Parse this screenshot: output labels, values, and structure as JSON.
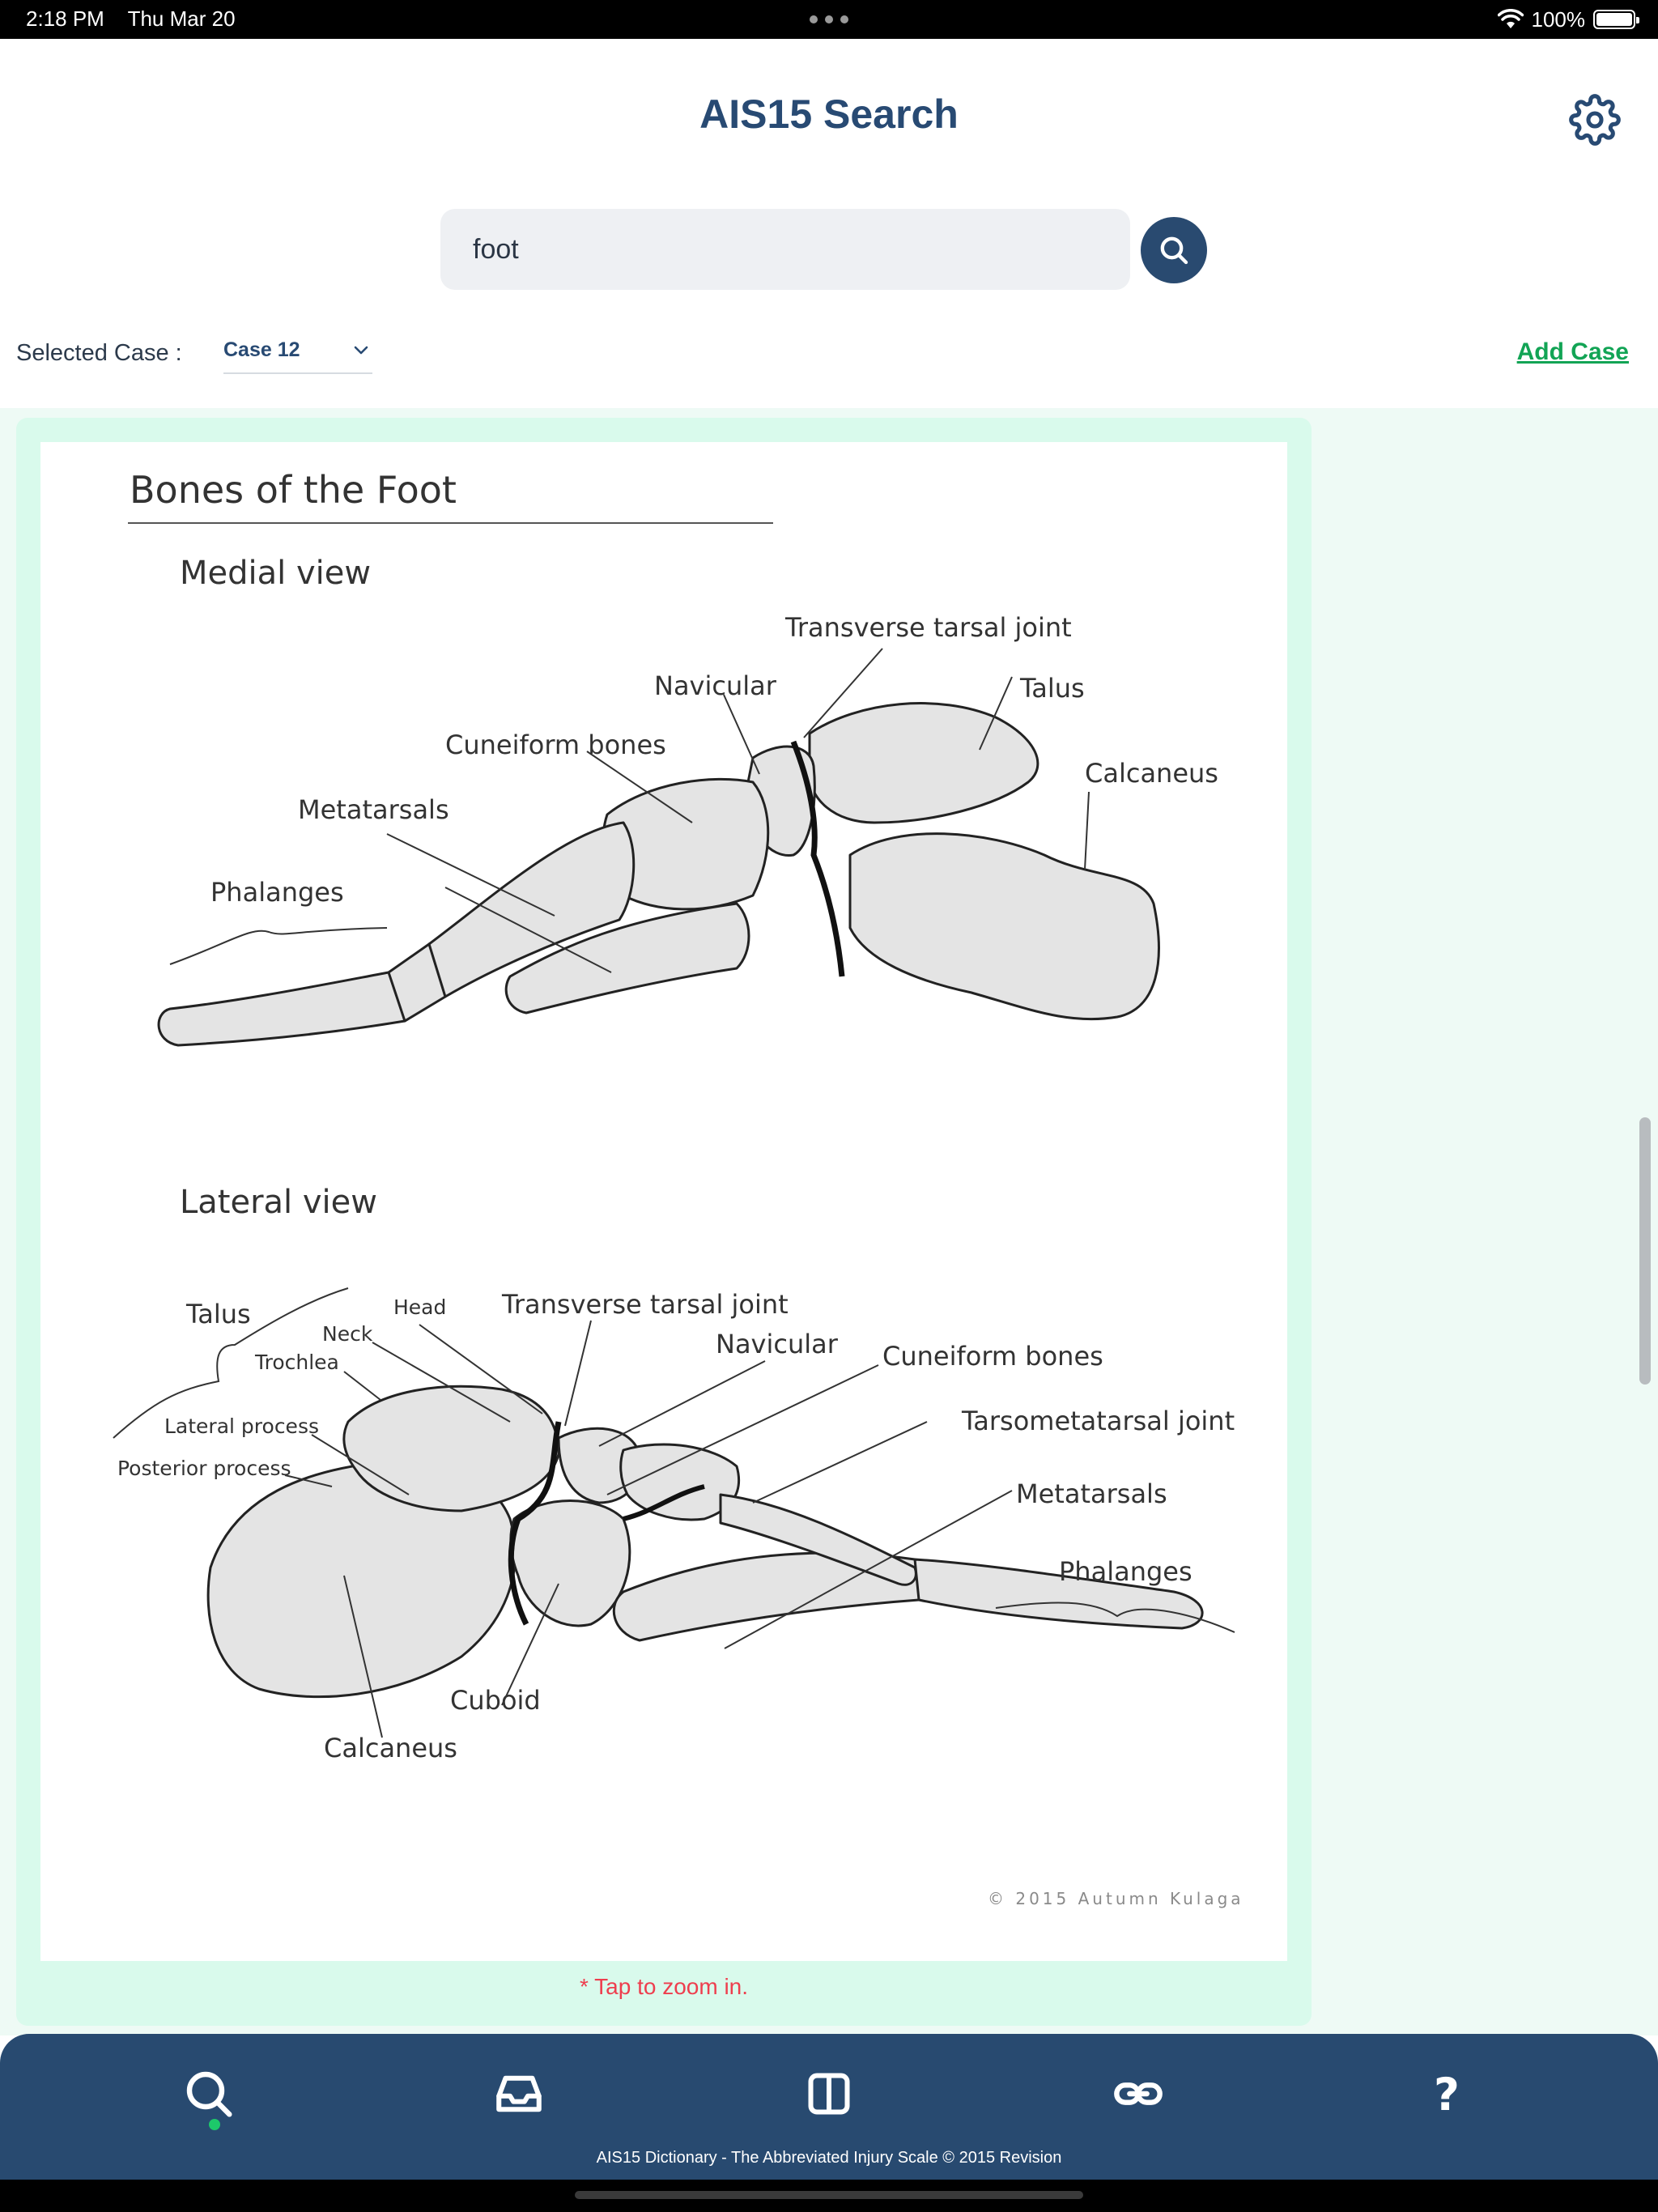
{
  "status_bar": {
    "time": "2:18 PM",
    "date": "Thu Mar 20",
    "battery": "100%",
    "battery_level": 1.0
  },
  "header": {
    "title": "AIS15 Search",
    "settings_icon": "gear-icon"
  },
  "search": {
    "value": "foot",
    "button_icon": "search-icon"
  },
  "case": {
    "label": "Selected Case :",
    "selected": "Case 12",
    "add_label": "Add Case"
  },
  "illustration": {
    "title": "Bones of the Foot",
    "medial": {
      "heading": "Medial view",
      "labels": {
        "transverse_tarsal_joint": "Transverse tarsal joint",
        "navicular": "Navicular",
        "talus": "Talus",
        "cuneiform_bones": "Cuneiform bones",
        "calcaneus": "Calcaneus",
        "metatarsals": "Metatarsals",
        "phalanges": "Phalanges"
      }
    },
    "lateral": {
      "heading": "Lateral view",
      "labels": {
        "talus": "Talus",
        "head": "Head",
        "transverse_tarsal_joint": "Transverse tarsal joint",
        "neck": "Neck",
        "navicular": "Navicular",
        "cuneiform_bones": "Cuneiform bones",
        "trochlea": "Trochlea",
        "tarsometatarsal_joint": "Tarsometatarsal joint",
        "lateral_process": "Lateral process",
        "posterior_process": "Posterior process",
        "metatarsals": "Metatarsals",
        "phalanges": "Phalanges",
        "cuboid": "Cuboid",
        "calcaneus": "Calcaneus"
      }
    },
    "copyright": "© 2015 Autumn Kulaga"
  },
  "zoom_hint": "* Tap to zoom in.",
  "tab_bar": {
    "tabs": [
      {
        "icon": "search-icon",
        "active": true
      },
      {
        "icon": "inbox-icon",
        "active": false
      },
      {
        "icon": "columns-icon",
        "active": false
      },
      {
        "icon": "link-icon",
        "active": false
      },
      {
        "icon": "help-icon",
        "active": false
      }
    ],
    "footer": "AIS15 Dictionary - The Abbreviated Injury Scale © 2015 Revision"
  },
  "colors": {
    "brand_navy": "#284a73",
    "accent_green": "#12a455",
    "hint_red": "#ee3e4e",
    "card_mint": "#d9faec"
  }
}
